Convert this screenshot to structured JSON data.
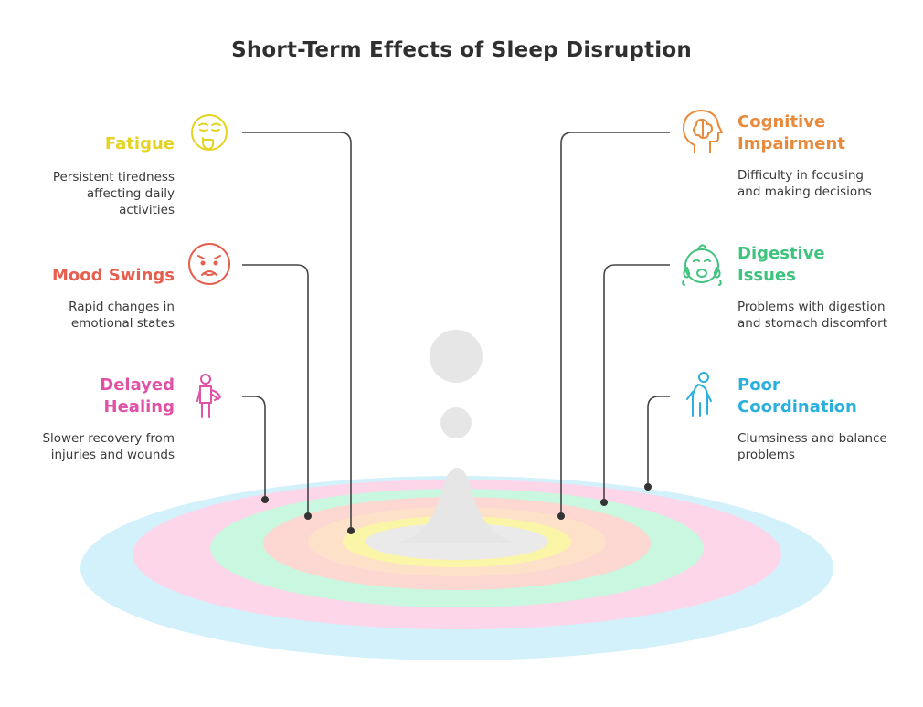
{
  "title": "Short-Term Effects of Sleep Disruption",
  "colors": {
    "yellow": "#e4d320",
    "red": "#e65e4e",
    "pink": "#e052a6",
    "orange": "#e88a3c",
    "green": "#3fc37e",
    "blue": "#2ab0dd",
    "line": "#444444"
  },
  "effects": {
    "fatigue": {
      "label": "Fatigue",
      "desc": [
        "Persistent tiredness",
        "affecting daily",
        "activities"
      ],
      "icon": "tired-face-icon"
    },
    "mood": {
      "label": "Mood Swings",
      "desc": [
        "Rapid changes in",
        "emotional states"
      ],
      "icon": "sad-face-icon"
    },
    "healing": {
      "label": [
        "Delayed",
        "Healing"
      ],
      "desc": [
        "Slower recovery from",
        "injuries and wounds"
      ],
      "icon": "injured-person-icon"
    },
    "cognitive": {
      "label": [
        "Cognitive",
        "Impairment"
      ],
      "desc": [
        "Difficulty in focusing",
        "and making decisions"
      ],
      "icon": "head-brain-icon"
    },
    "digestive": {
      "label": [
        "Digestive",
        "Issues"
      ],
      "desc": [
        "Problems with digestion",
        "and stomach discomfort"
      ],
      "icon": "crying-baby-icon"
    },
    "coordination": {
      "label": [
        "Poor",
        "Coordination"
      ],
      "desc": [
        "Clumsiness and balance",
        "problems"
      ],
      "icon": "stumbling-person-icon"
    }
  }
}
